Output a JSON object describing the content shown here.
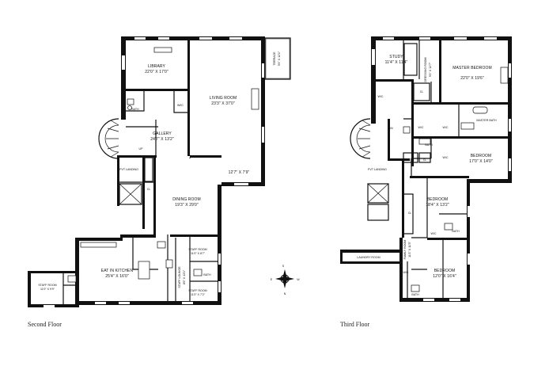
{
  "floors": [
    {
      "caption": "Second Floor",
      "rooms": [
        {
          "name": "LIBRARY",
          "dims": "22'0\" X 17'0\""
        },
        {
          "name": "LIVING ROOM",
          "dims": "23'3\" X 37'0\""
        },
        {
          "name": "TERRACE",
          "dims": "9'4\" X 12'1\""
        },
        {
          "name": "GALLERY",
          "dims": "24'7\" X 13'2\""
        },
        {
          "name": "DINING ROOM",
          "dims": "19'3\" X 29'0\""
        },
        {
          "name": "",
          "dims": "12'7\" X 7'9\""
        },
        {
          "name": "EAT IN KITCHEN",
          "dims": "25'4\" X 16'0\""
        },
        {
          "name": "STAFF ROOM",
          "dims": "11'0\" X 8'7\""
        },
        {
          "name": "STAFF LOUNGE",
          "dims": "8'6\" X 13'1\""
        },
        {
          "name": "STAFF ROOM",
          "dims": "11'0\" X 7'2\""
        },
        {
          "name": "STAFF ROOM",
          "dims": "11'0\" X 9'9\""
        }
      ],
      "tags": {
        "bath": "BATH",
        "wic": "W/IC",
        "pvt_landing": "PVT LANDING",
        "cl": "CL",
        "up": "UP",
        "dn": "DN"
      }
    },
    {
      "caption": "Third Floor",
      "rooms": [
        {
          "name": "STUDY",
          "dims": "11'4\" X 11'4\""
        },
        {
          "name": "DRESSING ROOM",
          "dims": "9'4\" X 12'7\""
        },
        {
          "name": "MASTER BEDROOM",
          "dims": "22'0\" X 19'6\""
        },
        {
          "name": "MASTER BATH",
          "dims": ""
        },
        {
          "name": "BEDROOM",
          "dims": "17'0\" X 14'0\""
        },
        {
          "name": "BEDROOM",
          "dims": "18'4\" X 13'2\""
        },
        {
          "name": "FAMILY ROOM",
          "dims": "11'1\" X 11'5\""
        },
        {
          "name": "LAUNDRY ROOM",
          "dims": ""
        },
        {
          "name": "BEDROOM",
          "dims": "12'0\" X 16'4\""
        }
      ],
      "tags": {
        "bath": "BATH",
        "wic": "W/C",
        "pvt_landing": "PVT LANDING",
        "cl": "CL",
        "dn": "DN"
      }
    }
  ],
  "compass": {
    "s": "S",
    "w": "W",
    "n": "N",
    "e": "E"
  }
}
